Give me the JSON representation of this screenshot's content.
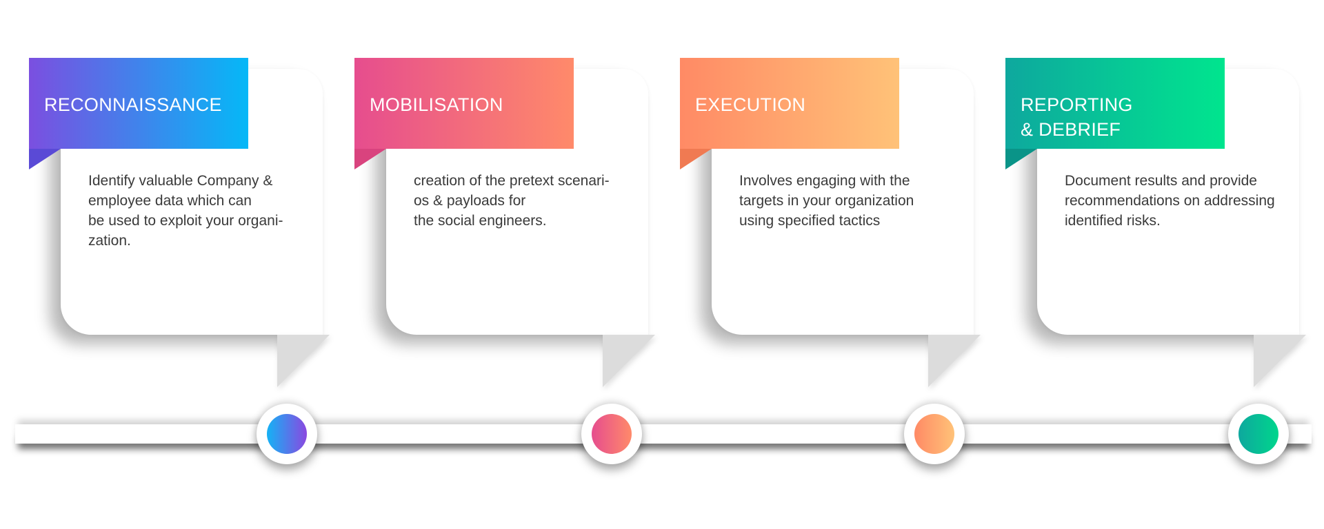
{
  "steps": [
    {
      "title": "RECONNAISSANCE",
      "description": "Identify valuable Company &\nemployee data which can\nbe used to exploit your organi-\nzation.",
      "gradient_start": "#7b4fe0",
      "gradient_end": "#05b8f7",
      "fold_color": "#5a4ad6",
      "dot_start": "#15b2f5",
      "dot_end": "#8a48e0"
    },
    {
      "title": "MOBILISATION",
      "description": "creation of the pretext scenari-\nos & payloads for\nthe social engineers.",
      "gradient_start": "#e64d8e",
      "gradient_end": "#ff8a6a",
      "fold_color": "#d9437e",
      "dot_start": "#e64d8e",
      "dot_end": "#ff8a6a"
    },
    {
      "title": "EXECUTION",
      "description": "Involves engaging with the\ntargets in your organization\nusing specified tactics",
      "gradient_start": "#ff8a65",
      "gradient_end": "#ffc278",
      "fold_color": "#f07a52",
      "dot_start": "#ff8a65",
      "dot_end": "#ffc278"
    },
    {
      "title": "REPORTING\n& DEBRIEF",
      "description": "Document results and provide\nrecommendations on addressing\nidentified risks.",
      "gradient_start": "#0ea89e",
      "gradient_end": "#00e58e",
      "fold_color": "#0a9488",
      "dot_start": "#0ea89e",
      "dot_end": "#00d68c"
    }
  ]
}
